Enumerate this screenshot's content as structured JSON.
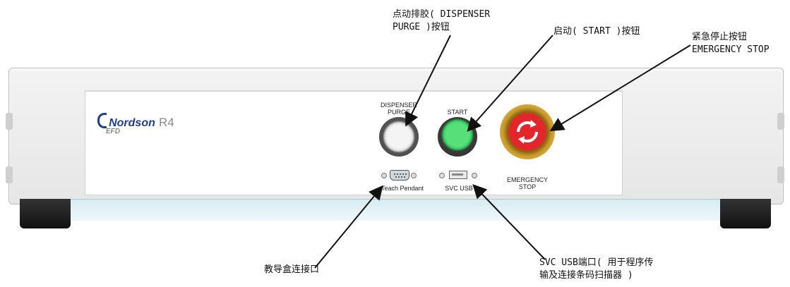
{
  "callouts": {
    "purge": [
      "点动排胶( DISPENSER",
      "PURGE )按钮"
    ],
    "start": [
      "启动( START )按钮"
    ],
    "estop": [
      "紧急停止按钮",
      "EMERGENCY STOP"
    ],
    "pendant": [
      "教导盒连接口"
    ],
    "usb": [
      "SVC USB端口( 用于程序传",
      "输及连接条码扫描器 )"
    ]
  },
  "device": {
    "brand": "Nordson",
    "model": "R4",
    "sub": "EFD",
    "labels": {
      "purge": [
        "DISPENSER",
        "PURGE"
      ],
      "start": "START",
      "estop": [
        "EMERGENCY",
        "STOP"
      ],
      "pendant": "Teach Pendant",
      "usb": "SVC USB"
    }
  },
  "colors": {
    "brand_blue": "#1e3f8f",
    "start_green": "#2ecc5a",
    "estop_red": "#e3262b",
    "estop_yellow": "#e0b64a"
  }
}
